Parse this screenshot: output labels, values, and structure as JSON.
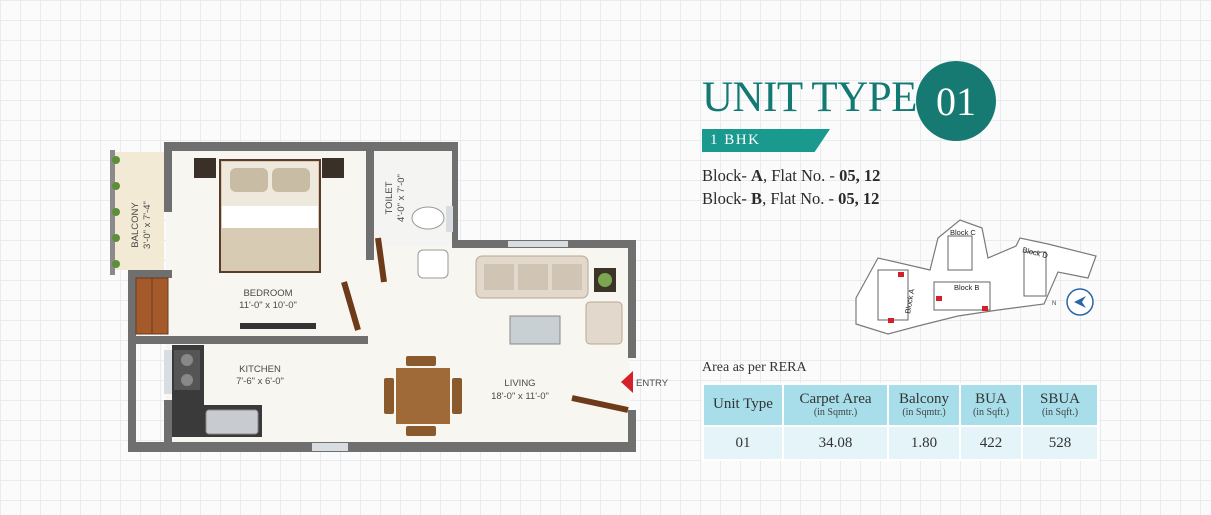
{
  "plan": {
    "balcony": {
      "name": "BALCONY",
      "dims": "3'-0\" x 7'-4\""
    },
    "toilet": {
      "name": "TOILET",
      "dims": "4'-0\" x 7'-0\""
    },
    "bedroom": {
      "name": "BEDROOM",
      "dims": "11'-0\" x 10'-0\""
    },
    "kitchen": {
      "name": "KITCHEN",
      "dims": "7'-6\" x 6'-0\""
    },
    "living": {
      "name": "LIVING",
      "dims": "18'-0\" x 11'-0\""
    },
    "entry": "ENTRY"
  },
  "unit": {
    "title": "UNIT TYPE",
    "number": "01",
    "config": "1 BHK",
    "flats": [
      {
        "prefix": "Block- ",
        "block": "A",
        "middle": ", Flat No. - ",
        "nos": "05, 12"
      },
      {
        "prefix": "Block- ",
        "block": "B",
        "middle": ", Flat No. - ",
        "nos": "05, 12"
      }
    ]
  },
  "site_plan": {
    "blocks": [
      "Block C",
      "Block D",
      "Block B",
      "Block A"
    ],
    "compass": "N"
  },
  "area": {
    "caption": "Area as per RERA",
    "headers": [
      {
        "label": "Unit Type",
        "unit": ""
      },
      {
        "label": "Carpet Area",
        "unit": "(in Sqmtr.)"
      },
      {
        "label": "Balcony",
        "unit": "(in Sqmtr.)"
      },
      {
        "label": "BUA",
        "unit": "(in Sqft.)"
      },
      {
        "label": "SBUA",
        "unit": "(in Sqft.)"
      }
    ],
    "row": [
      "01",
      "34.08",
      "1.80",
      "422",
      "528"
    ]
  },
  "colors": {
    "accent": "#177a72",
    "ribbon": "#1a9a8f",
    "table_header": "#a7dee9",
    "table_cell": "#e4f4f8",
    "wall": "#6f6f6f"
  }
}
